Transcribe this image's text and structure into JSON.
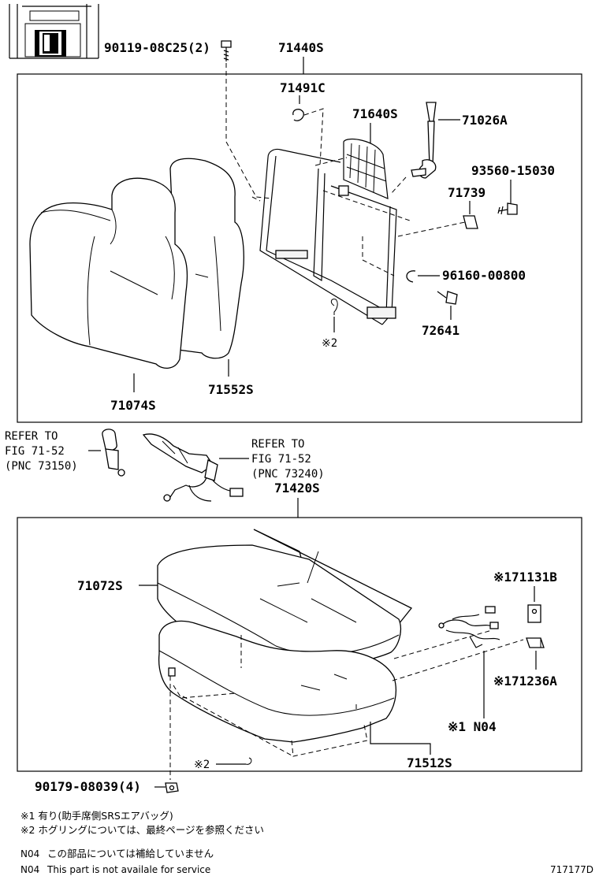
{
  "upper_group": {
    "bolt_label": "90119-08C25(2)",
    "assembly_label": "71440S",
    "labels": {
      "p71491c": "71491C",
      "p71640s": "71640S",
      "p71026a": "71026A",
      "p93560": "93560-15030",
      "p71739": "71739",
      "p96160": "96160-00800",
      "p72641": "72641",
      "hogring2": "※2",
      "p71552s": "71552S",
      "p71074s": "71074S"
    }
  },
  "refs": {
    "left": {
      "line1": "REFER TO",
      "line2": "FIG 71-52",
      "line3": "(PNC 73150)"
    },
    "right": {
      "line1": "REFER TO",
      "line2": "FIG 71-52",
      "line3": "(PNC 73240)"
    }
  },
  "lower_group": {
    "assembly_label": "71420S",
    "labels": {
      "p71072s": "71072S",
      "p171131b": "※171131B",
      "p171236a": "※171236A",
      "n04": "※1 N04",
      "p71512s": "71512S",
      "hogring2": "※2",
      "nut": "90179-08039(4)"
    }
  },
  "notes": {
    "note1": "※1 有り(助手席側SRSエアバッグ)",
    "note2": "※2 ホグリングについては、最終ページを参照ください",
    "n04_jp_code": "N04",
    "n04_jp_text": "この部品については補給していません",
    "n04_en_code": "N04",
    "n04_en_text": "This part is not availale for service"
  },
  "diagram_id": "717177D"
}
